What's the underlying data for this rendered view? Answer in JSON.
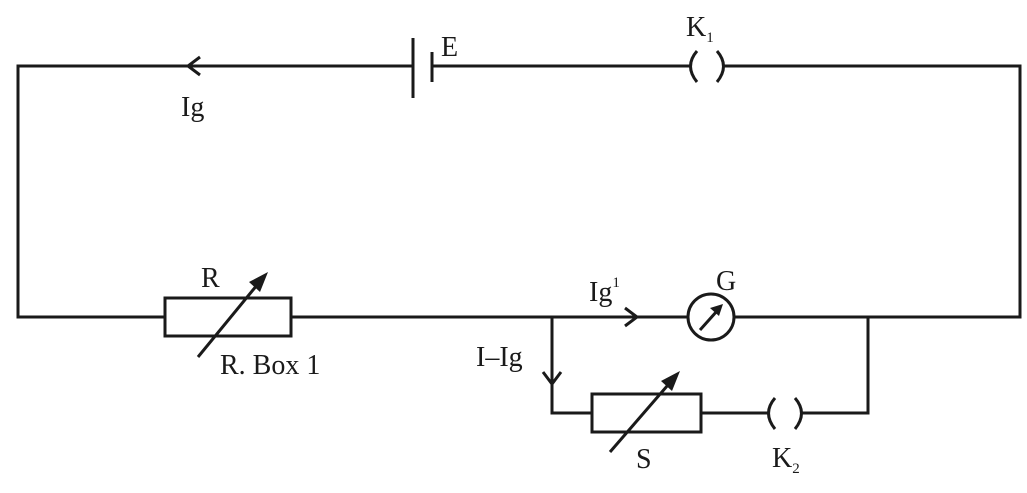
{
  "labels": {
    "battery": "E",
    "key1_main": "K",
    "key1_sub": "1",
    "current_main": "Ig",
    "resistor_r": "R",
    "resistance_box": "R. Box 1",
    "branch_current_main": "Ig",
    "branch_current_sup": "1",
    "galvanometer": "G",
    "shunt_current": "I–Ig",
    "shunt": "S",
    "key2_main": "K",
    "key2_sub": "2"
  },
  "colors": {
    "ink": "#1a1a1a",
    "background": "#ffffff"
  }
}
